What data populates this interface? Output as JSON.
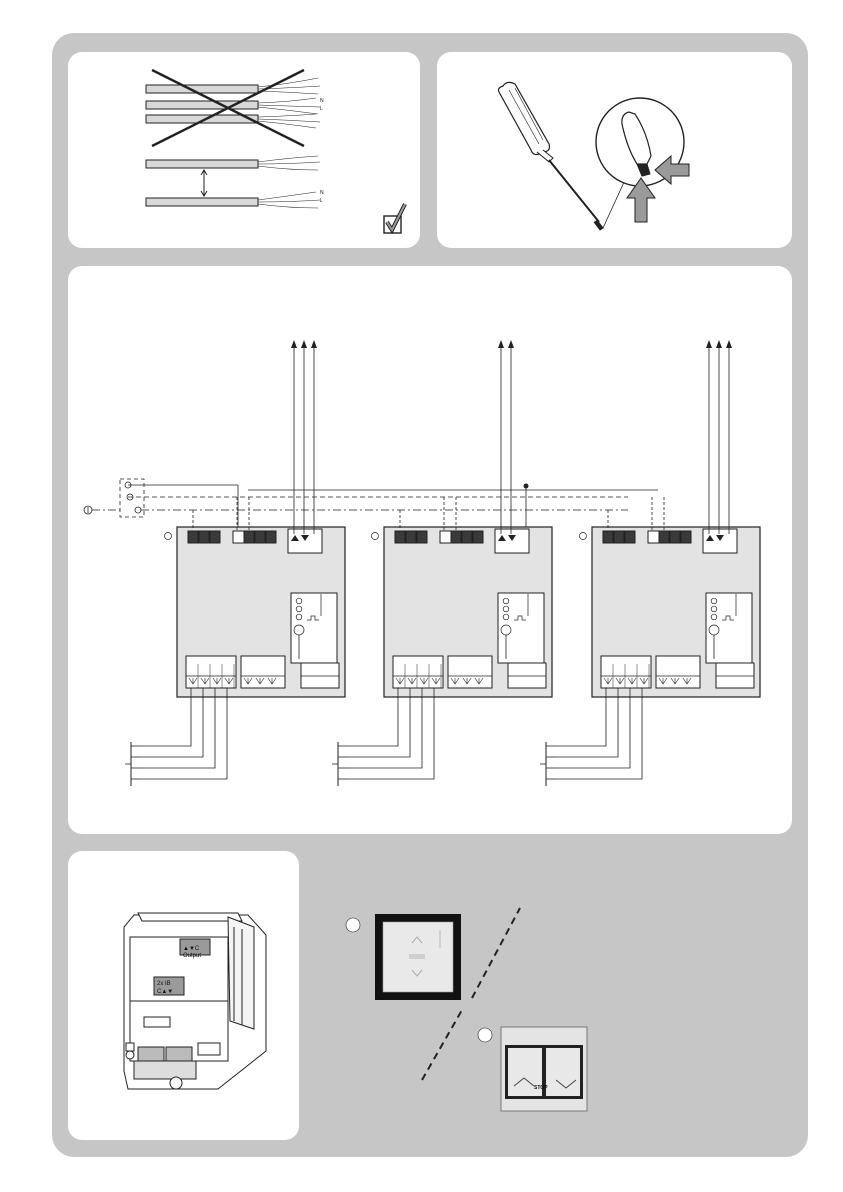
{
  "cable_panel": {
    "wrong_wire_labels": [
      "N",
      "L"
    ],
    "right_wire_labels": [
      "N",
      "L"
    ]
  },
  "module": {
    "output_symbols": "▲▼C",
    "output_label": "Output",
    "input_label": "2x IB",
    "input_symbols": "C▲▼"
  },
  "wall_switch": {
    "label": "STOP"
  },
  "colors": {
    "sheet": "#c6c6c6",
    "panel": "#ffffff",
    "line": "#222222",
    "arrow_fill": "#9a9a9a",
    "terminal_fill": "#3a3a3a"
  }
}
